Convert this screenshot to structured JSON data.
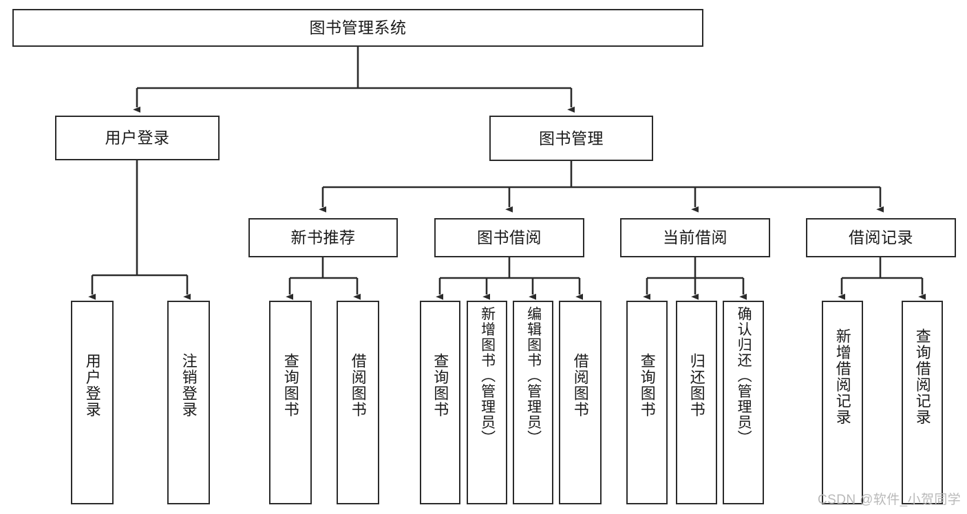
{
  "diagram": {
    "title": "图书管理系统",
    "type": "tree",
    "stroke_color": "#2b2b2b",
    "fill_color": "#ffffff",
    "levels": 4
  },
  "nodes": {
    "root": {
      "label": "图书管理系统"
    },
    "level2": [
      {
        "id": "user-login",
        "label": "用户登录"
      },
      {
        "id": "book-management",
        "label": "图书管理"
      }
    ],
    "level3": [
      {
        "id": "new-book-recommend",
        "label": "新书推荐"
      },
      {
        "id": "book-borrow",
        "label": "图书借阅"
      },
      {
        "id": "current-borrow",
        "label": "当前借阅"
      },
      {
        "id": "borrow-record",
        "label": "借阅记录"
      }
    ],
    "leaves": [
      {
        "id": "leaf-user-login",
        "label": "用户登录",
        "parent": "user-login"
      },
      {
        "id": "leaf-logout-login",
        "label": "注销登录",
        "parent": "user-login"
      },
      {
        "id": "leaf-query-book-1",
        "label": "查询图书",
        "parent": "new-book-recommend"
      },
      {
        "id": "leaf-borrow-book-1",
        "label": "借阅图书",
        "parent": "new-book-recommend"
      },
      {
        "id": "leaf-query-book-2",
        "label": "查询图书",
        "parent": "book-borrow"
      },
      {
        "id": "leaf-add-book",
        "label": "新增图书（管理员）",
        "parent": "book-borrow"
      },
      {
        "id": "leaf-edit-book",
        "label": "编辑图书（管理员）",
        "parent": "book-borrow"
      },
      {
        "id": "leaf-borrow-book-2",
        "label": "借阅图书",
        "parent": "book-borrow"
      },
      {
        "id": "leaf-query-book-3",
        "label": "查询图书",
        "parent": "current-borrow"
      },
      {
        "id": "leaf-return-book",
        "label": "归还图书",
        "parent": "current-borrow"
      },
      {
        "id": "leaf-confirm-return",
        "label": "确认归还（管理员）",
        "parent": "current-borrow"
      },
      {
        "id": "leaf-add-record",
        "label": "新增借阅记录",
        "parent": "borrow-record"
      },
      {
        "id": "leaf-query-record",
        "label": "查询借阅记录",
        "parent": "borrow-record"
      }
    ]
  },
  "watermark": {
    "text": "CSDN @软件_小贺同学"
  }
}
